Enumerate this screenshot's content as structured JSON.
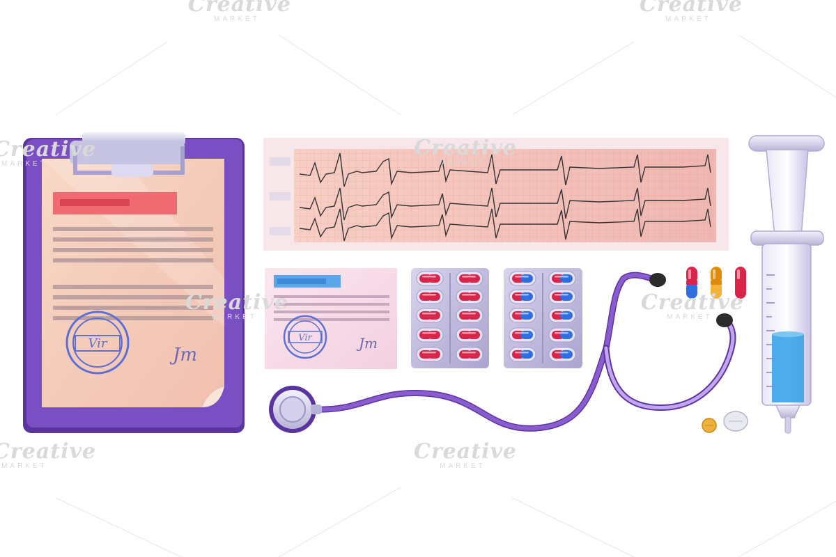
{
  "watermark": {
    "brand": "Creative",
    "market": "MARKET"
  },
  "stamp_text": "Vir",
  "signature_text": "Jm",
  "colors": {
    "clipboard": "#7b4fc4",
    "clipboard_dark": "#5a34a0",
    "paper": "#f4c9b8",
    "ecg_paper": "#f3bfb7",
    "ecg_grid": "#e8968d",
    "ecg_line": "#333333",
    "card": "#f7dbe6",
    "card_header": "#5aa6e8",
    "doc_header": "#f06a72",
    "stamp": "#5b6fd6",
    "pill_red": "#d9254a",
    "pill_blue": "#2f6de0",
    "pill_orange": "#f59a1a",
    "stethoscope": "#8a5cd0",
    "syringe_liquid": "#2f9fe8"
  },
  "items": [
    {
      "name": "clipboard-with-medical-document"
    },
    {
      "name": "ecg-cardiogram-strip"
    },
    {
      "name": "prescription-card"
    },
    {
      "name": "blister-pack-red-capsules"
    },
    {
      "name": "blister-pack-red-blue-capsules"
    },
    {
      "name": "stethoscope"
    },
    {
      "name": "capsules"
    },
    {
      "name": "tablets"
    },
    {
      "name": "syringe"
    }
  ]
}
